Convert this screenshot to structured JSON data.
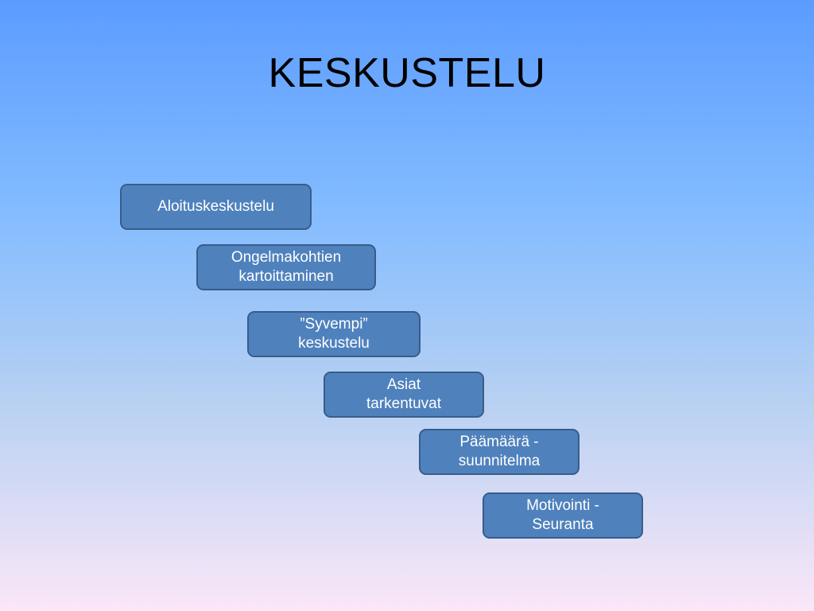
{
  "title": "KESKUSTELU",
  "steps": [
    {
      "lines": [
        "Aloituskeskustelu"
      ]
    },
    {
      "lines": [
        "Ongelmakohtien",
        "kartoittaminen"
      ]
    },
    {
      "lines": [
        "”Syvempi”",
        "keskustelu"
      ]
    },
    {
      "lines": [
        "Asiat",
        "tarkentuvat"
      ]
    },
    {
      "lines": [
        "Päämäärä -",
        "suunnitelma"
      ]
    },
    {
      "lines": [
        "Motivointi -",
        "Seuranta"
      ]
    }
  ],
  "colors": {
    "box_fill": "#4f81bd",
    "box_border": "#385d8a",
    "box_text": "#ffffff",
    "title_text": "#000000"
  }
}
